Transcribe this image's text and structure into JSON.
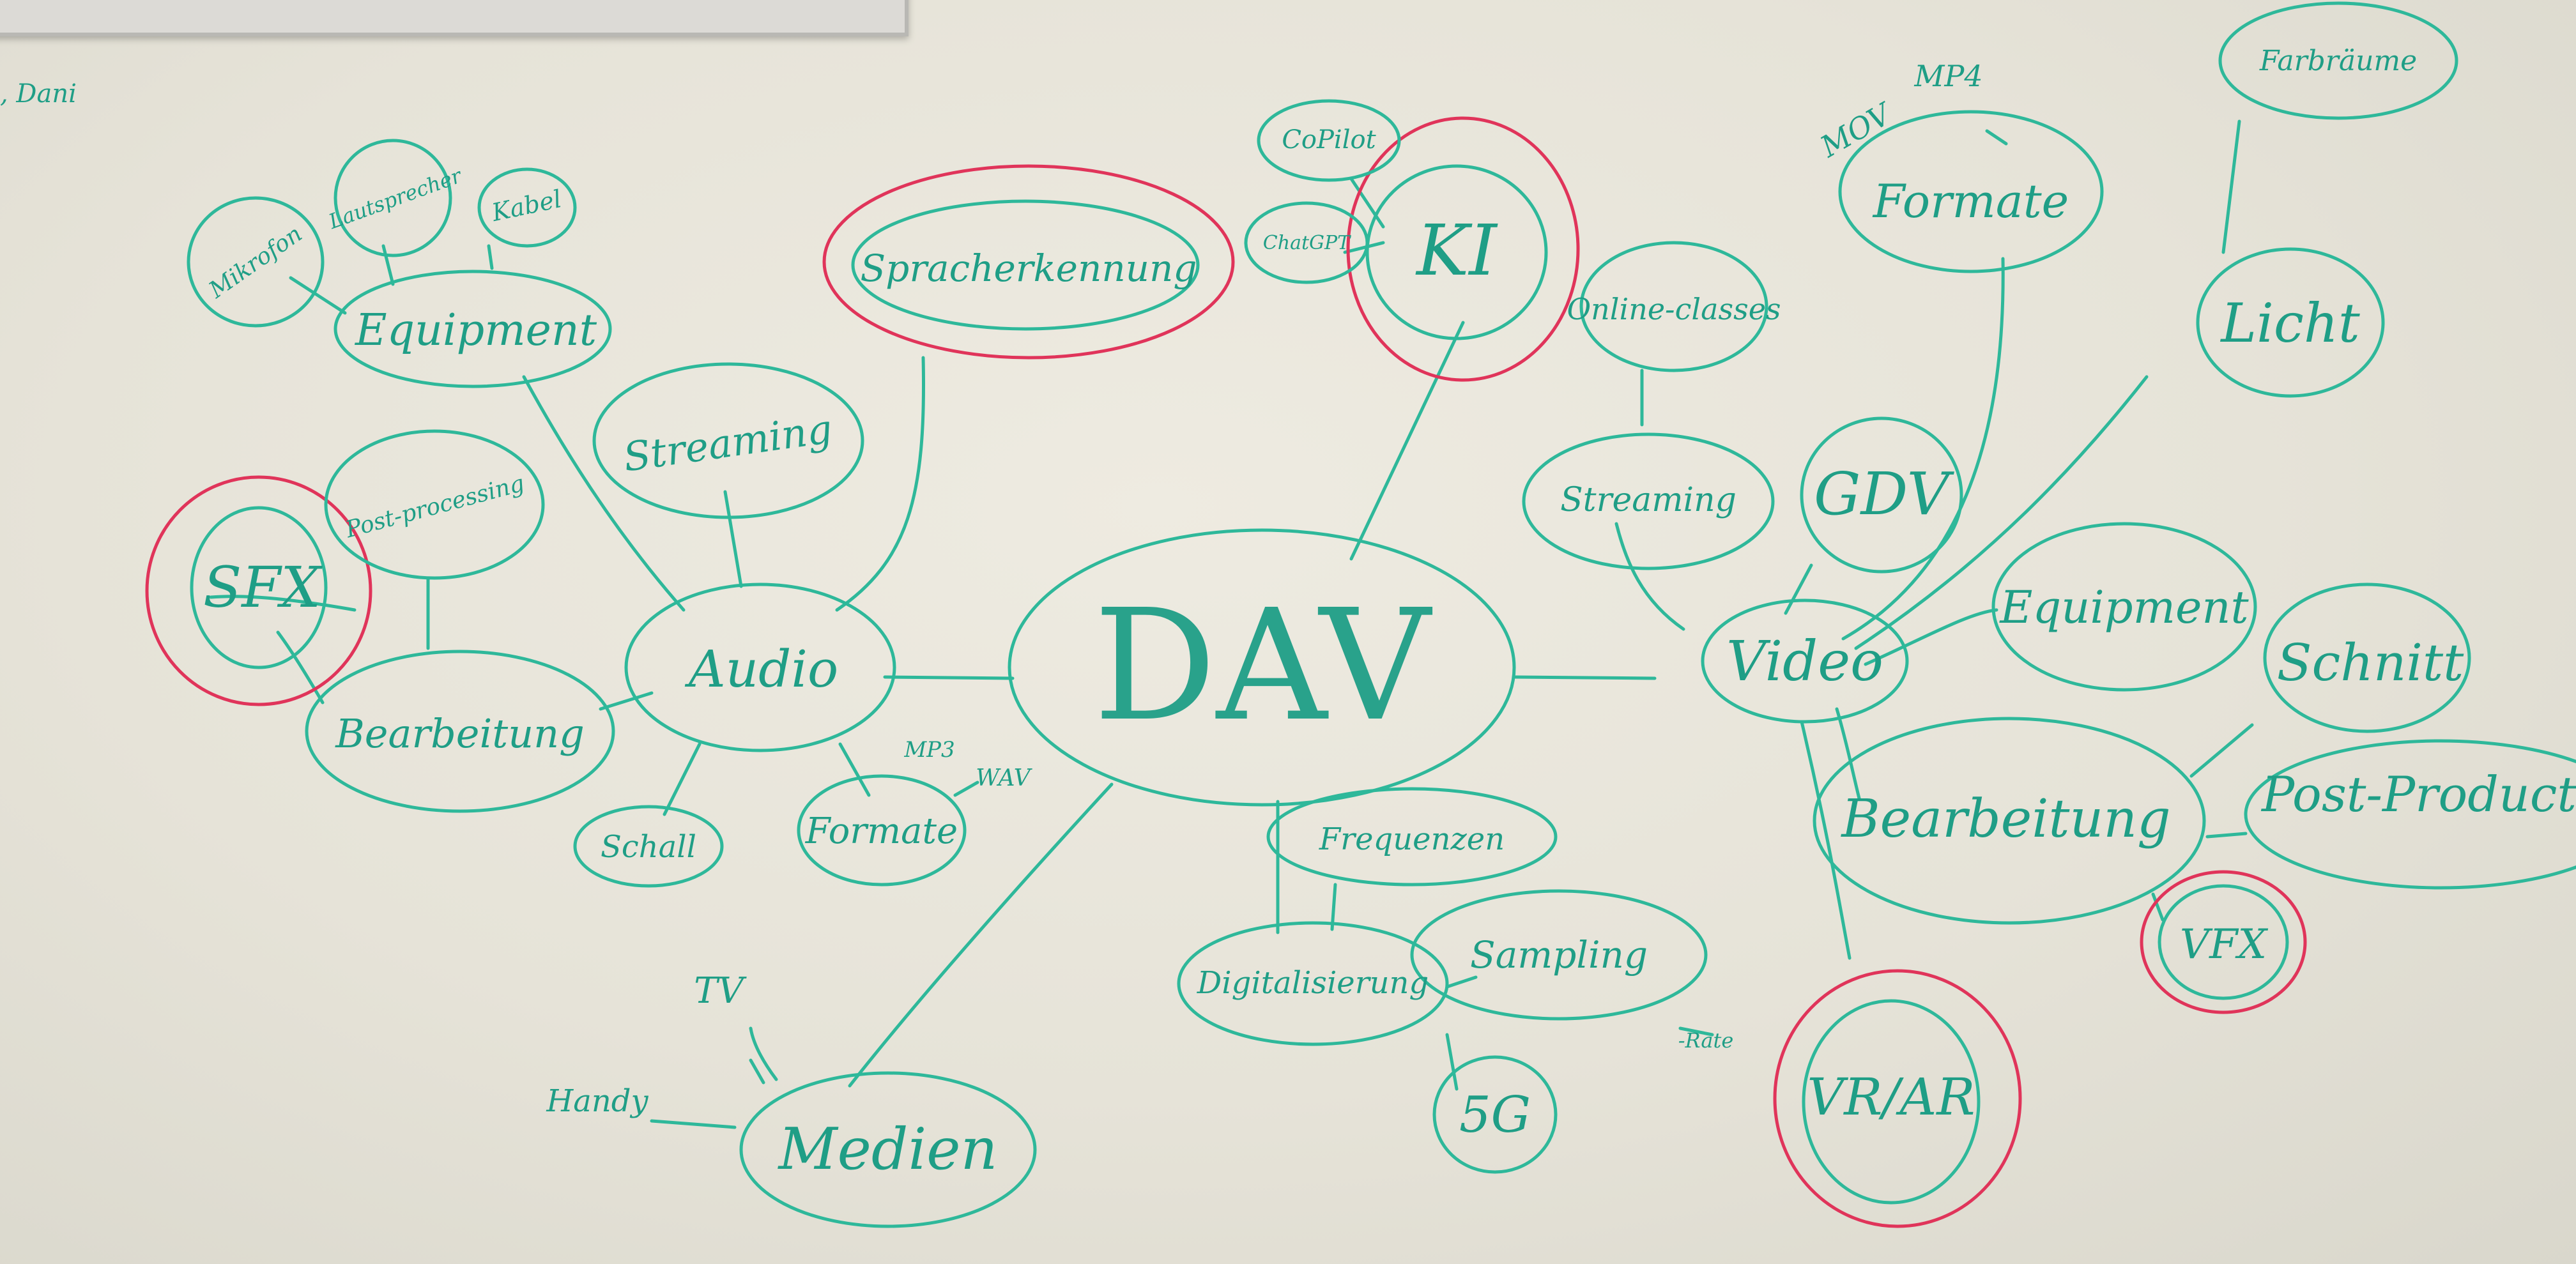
{
  "center": "DAV",
  "corner_note": ", Dani",
  "audio": {
    "label": "Audio",
    "equipment": {
      "label": "Equipment",
      "items": [
        "Mikrofon",
        "Lautsprecher",
        "Kabel"
      ]
    },
    "streaming": "Streaming",
    "speech": "Spracherkennung",
    "processing": {
      "label": "Bearbeitung",
      "post": "Post-processing",
      "sfx": "SFX"
    },
    "schall": "Schall",
    "formats": {
      "label": "Formate",
      "items": [
        "MP3",
        "WAV"
      ]
    }
  },
  "ki": {
    "label": "KI",
    "items": [
      "CoPilot",
      "ChatGPT"
    ]
  },
  "digital": {
    "label": "Digitalisierung",
    "freq": "Frequenzen",
    "sampling": "Sampling",
    "rate": "-Rate",
    "fiveg": "5G"
  },
  "media": {
    "label": "Medien",
    "items": [
      "TV",
      "Handy"
    ]
  },
  "video": {
    "label": "Video",
    "streaming": "Streaming",
    "online": "Online-classes",
    "gdv": "GDV",
    "formats": {
      "label": "Formate",
      "items": [
        "MOV",
        "MP4"
      ]
    },
    "light": {
      "label": "Licht",
      "rooms": "Farbräume"
    },
    "equipment": "Equipment",
    "processing": {
      "label": "Bearbeitung",
      "cut": "Schnitt",
      "post": "Post-Production",
      "vfx": "VFX"
    },
    "vrar": "VR/AR"
  },
  "colors": {
    "ink": "#2eb89a",
    "highlight": "#e0345a",
    "board": "#e9e6dc"
  }
}
